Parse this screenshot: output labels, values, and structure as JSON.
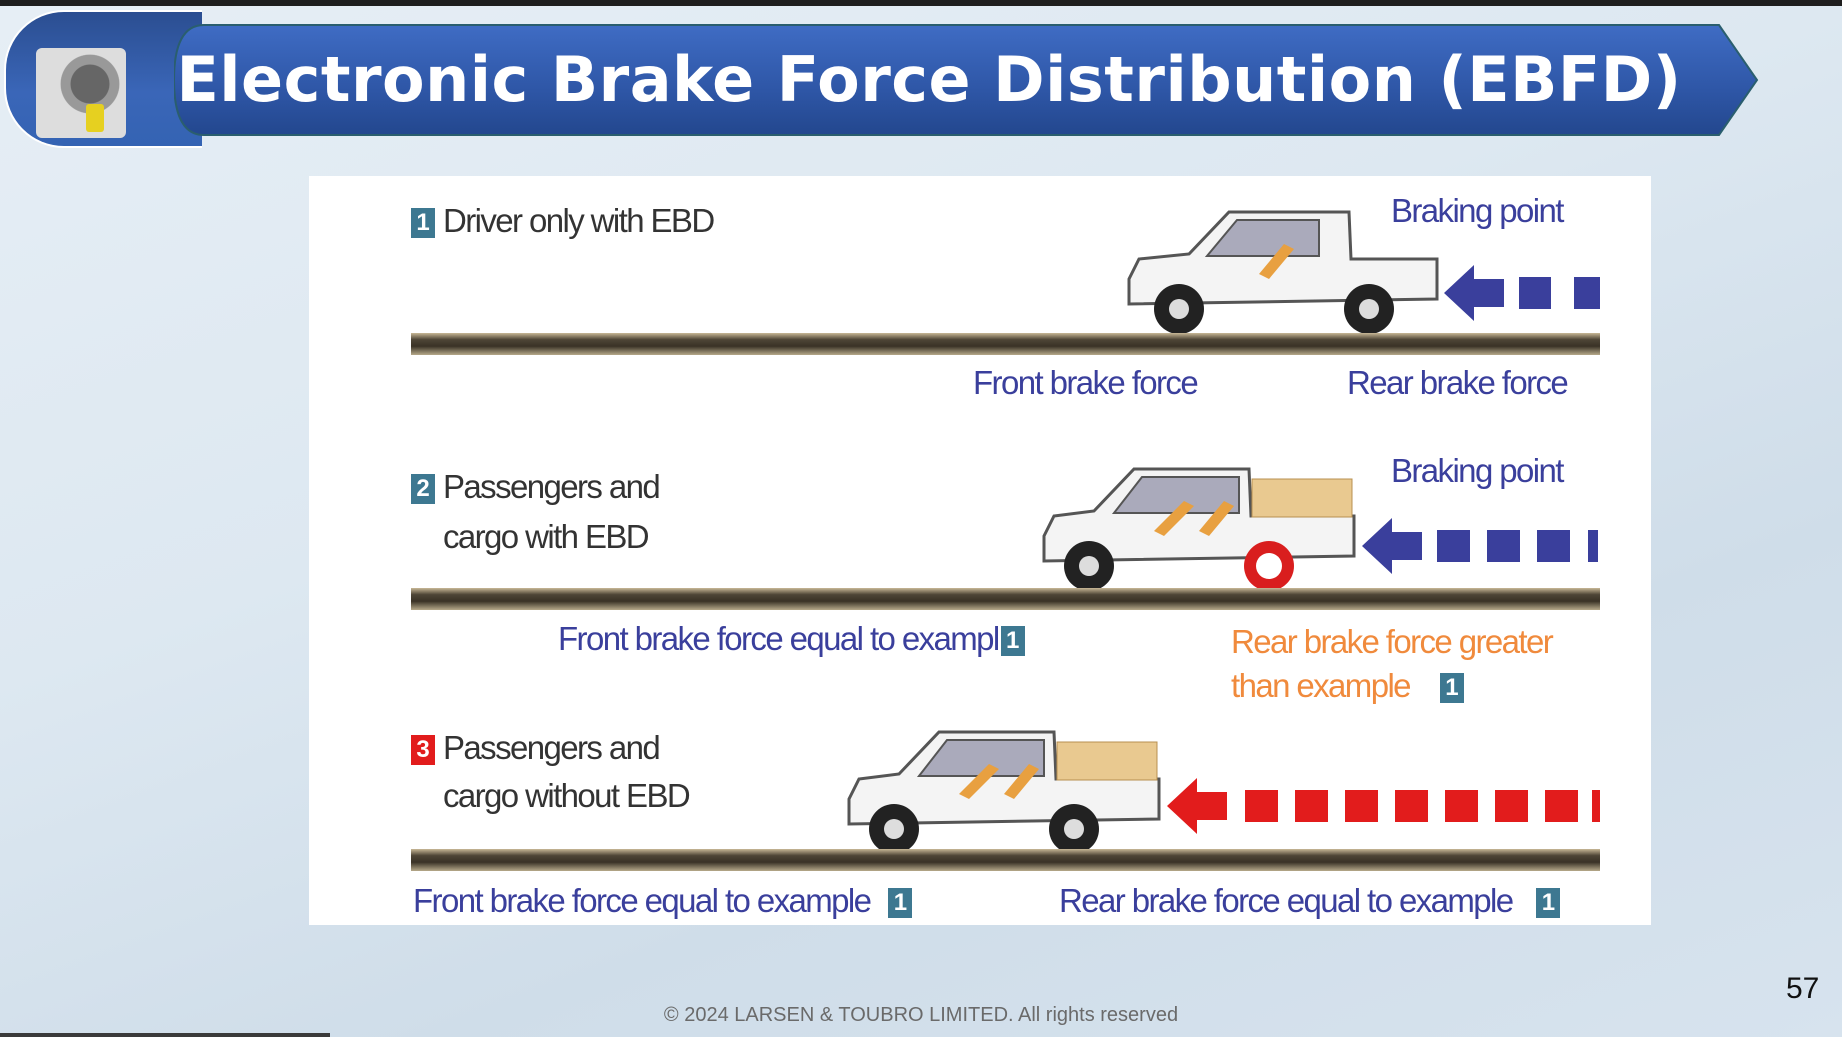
{
  "header": {
    "title": "Electronic Brake Force Distribution (EBFD)",
    "logo_icon": "wheel-brake-assembly-icon"
  },
  "diagram": {
    "rows": [
      {
        "number": "1",
        "number_color": "#3d7891",
        "label_lines": [
          "Driver only with EBD"
        ],
        "braking_point": "Braking point",
        "front_label": "Front brake force",
        "rear_label": "Rear brake force"
      },
      {
        "number": "2",
        "number_color": "#3d7891",
        "label_lines": [
          "Passengers and",
          "cargo with EBD"
        ],
        "braking_point": "Braking point",
        "front_label": "Front brake force equal to exampl",
        "front_ref": "1",
        "rear_label_lines": [
          "Rear brake force greater",
          "than example"
        ],
        "rear_ref": "1"
      },
      {
        "number": "3",
        "number_color": "#e21c1c",
        "label_lines": [
          "Passengers and",
          "cargo without EBD"
        ],
        "front_label": "Front brake force equal to example",
        "front_ref": "1",
        "rear_label": "Rear brake force equal to example",
        "rear_ref": "1"
      }
    ],
    "colors": {
      "blue": "#3a3f9c",
      "orange": "#f08a3c",
      "red": "#e21c1c"
    }
  },
  "footer": {
    "copyright": "© 2024 LARSEN & TOUBRO LIMITED. All rights reserved",
    "page_number": "57"
  }
}
